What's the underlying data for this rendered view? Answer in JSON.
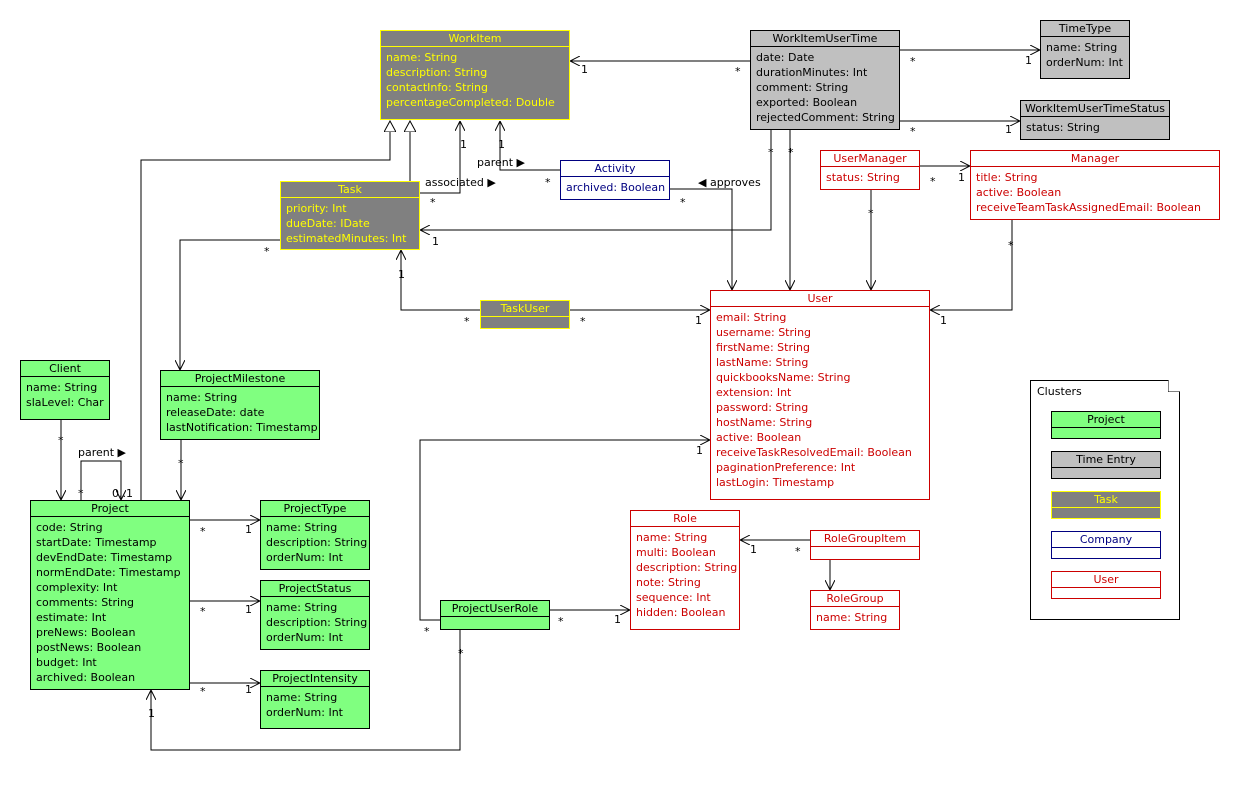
{
  "classes": {
    "workitem": {
      "name": "WorkItem",
      "attrs": [
        "name: String",
        "description: String",
        "contactInfo: String",
        "percentageCompleted: Double"
      ]
    },
    "workitemusertime": {
      "name": "WorkItemUserTime",
      "attrs": [
        "date: Date",
        "durationMinutes: Int",
        "comment: String",
        "exported: Boolean",
        "rejectedComment: String"
      ]
    },
    "timetype": {
      "name": "TimeType",
      "attrs": [
        "name: String",
        "orderNum: Int"
      ]
    },
    "workitemusertimestatus": {
      "name": "WorkItemUserTimeStatus",
      "attrs": [
        "status: String"
      ]
    },
    "activity": {
      "name": "Activity",
      "attrs": [
        "archived: Boolean"
      ]
    },
    "task": {
      "name": "Task",
      "attrs": [
        "priority: Int",
        "dueDate: IDate",
        "estimatedMinutes: Int"
      ]
    },
    "usermanager": {
      "name": "UserManager",
      "attrs": [
        "status: String"
      ]
    },
    "manager": {
      "name": "Manager",
      "attrs": [
        "title: String",
        "active: Boolean",
        "receiveTeamTaskAssignedEmail: Boolean"
      ]
    },
    "taskuser": {
      "name": "TaskUser",
      "attrs": []
    },
    "user": {
      "name": "User",
      "attrs": [
        "email: String",
        "username: String",
        "firstName: String",
        "lastName: String",
        "quickbooksName: String",
        "extension: Int",
        "password: String",
        "hostName: String",
        "active: Boolean",
        "receiveTaskResolvedEmail: Boolean",
        "paginationPreference: Int",
        "lastLogin: Timestamp"
      ]
    },
    "client": {
      "name": "Client",
      "attrs": [
        "name: String",
        "slaLevel: Char"
      ]
    },
    "projectmilestone": {
      "name": "ProjectMilestone",
      "attrs": [
        "name: String",
        "releaseDate: date",
        "lastNotification: Timestamp"
      ]
    },
    "project": {
      "name": "Project",
      "attrs": [
        "code: String",
        "startDate: Timestamp",
        "devEndDate: Timestamp",
        "normEndDate: Timestamp",
        "complexity: Int",
        "comments: String",
        "estimate: Int",
        "preNews: Boolean",
        "postNews: Boolean",
        "budget: Int",
        "archived: Boolean"
      ]
    },
    "projecttype": {
      "name": "ProjectType",
      "attrs": [
        "name: String",
        "description: String",
        "orderNum: Int"
      ]
    },
    "projectstatus": {
      "name": "ProjectStatus",
      "attrs": [
        "name: String",
        "description: String",
        "orderNum: Int"
      ]
    },
    "projectintensity": {
      "name": "ProjectIntensity",
      "attrs": [
        "name: String",
        "orderNum: Int"
      ]
    },
    "role": {
      "name": "Role",
      "attrs": [
        "name: String",
        "multi: Boolean",
        "description: String",
        "note: String",
        "sequence: Int",
        "hidden: Boolean"
      ]
    },
    "rolegroupitem": {
      "name": "RoleGroupItem",
      "attrs": []
    },
    "rolegroup": {
      "name": "RoleGroup",
      "attrs": [
        "name: String"
      ]
    },
    "projectuserrole": {
      "name": "ProjectUserRole",
      "attrs": []
    }
  },
  "labels": {
    "parent_activity": "parent ▶",
    "associated": "associated ▶",
    "approves": "◀  approves",
    "parent_project": "parent ▶"
  },
  "multiplicities": [
    "1",
    "*",
    "0..1"
  ],
  "legend": {
    "title": "Clusters",
    "items": [
      {
        "label": "Project",
        "bg": "#80ff80",
        "border": "#000000",
        "color": "#000000"
      },
      {
        "label": "Time Entry",
        "bg": "#c0c0c0",
        "border": "#000000",
        "color": "#000000"
      },
      {
        "label": "Task",
        "bg": "#808080",
        "border": "#ffff00",
        "color": "#ffff00"
      },
      {
        "label": "Company",
        "bg": "#ffffff",
        "border": "#000080",
        "color": "#000080"
      },
      {
        "label": "User",
        "bg": "#ffffff",
        "border": "#cc0000",
        "color": "#cc0000"
      }
    ]
  }
}
